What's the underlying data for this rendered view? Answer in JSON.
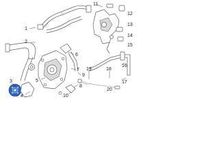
{
  "callouts": {
    "c1": "1",
    "c2": "2",
    "c3": "3",
    "c4": "4",
    "c5": "5",
    "c6": "6",
    "c7": "7",
    "c8": "8",
    "c9": "9",
    "c10": "10",
    "c11": "11",
    "c12": "12",
    "c13": "13",
    "c14": "14",
    "c15": "15",
    "c16": "16",
    "c17": "17",
    "c18": "18",
    "c19": "19",
    "c20": "20"
  },
  "colors": {
    "highlight": "#2a66c4",
    "line": "#6b6b6b"
  }
}
